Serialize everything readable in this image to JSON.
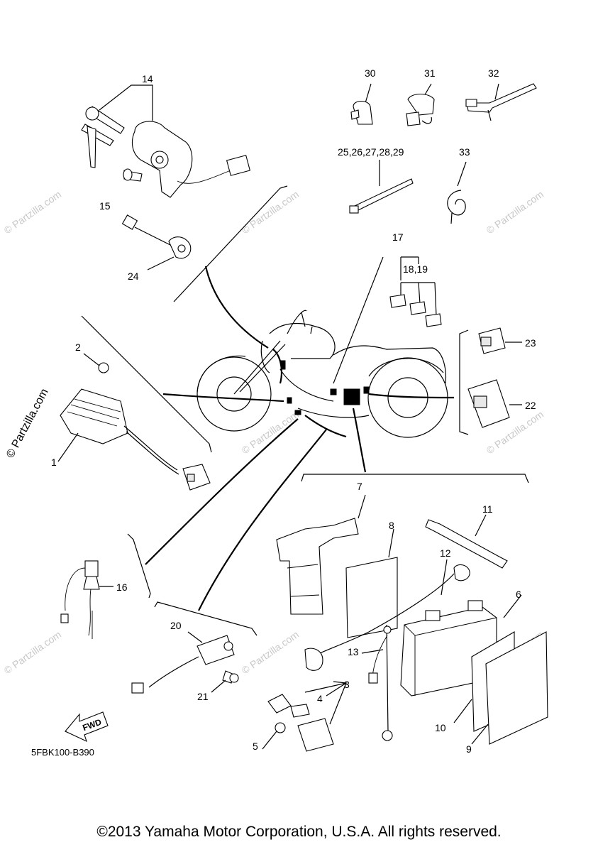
{
  "watermark": "© Partzilla.com",
  "brand_vertical": "© Partzilla.com",
  "diagram_code": "5FBK100-B390",
  "fwd_label": "FWD",
  "copyright": "©2013 Yamaha Motor Corporation, U.S.A. All rights reserved.",
  "callouts": {
    "c1": "1",
    "c2": "2",
    "c3": "3",
    "c4": "4",
    "c5": "5",
    "c6": "6",
    "c7": "7",
    "c8": "8",
    "c9": "9",
    "c10": "10",
    "c11": "11",
    "c12": "12",
    "c13": "13",
    "c14": "14",
    "c15": "15",
    "c16": "16",
    "c17": "17",
    "c18_19": "18,19",
    "c20": "20",
    "c21": "21",
    "c22": "22",
    "c23": "23",
    "c24": "24",
    "c25_29": "25,26,27,28,29",
    "c30": "30",
    "c31": "31",
    "c32": "32",
    "c33": "33"
  }
}
